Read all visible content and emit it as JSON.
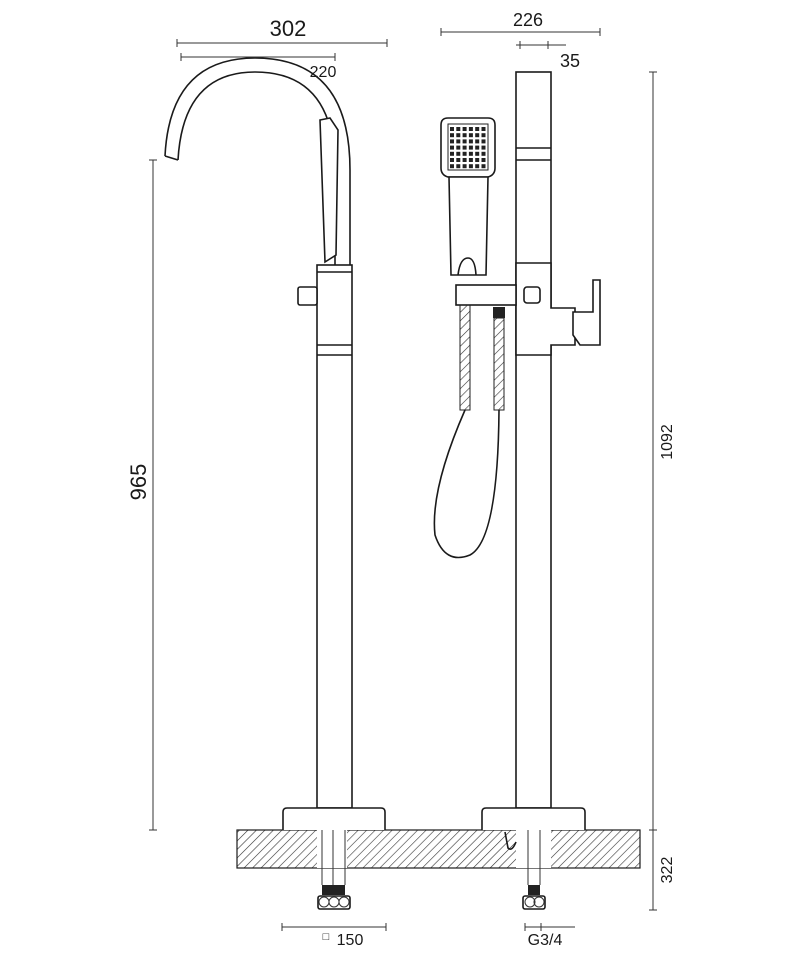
{
  "dimensions": {
    "overall_spout_reach": "302",
    "spout_reach": "220",
    "handshower_width": "226",
    "column_diameter": "35",
    "spout_height": "965",
    "total_height": "1092",
    "below_floor": "322",
    "base_size": "150",
    "base_size_symbol": "□",
    "connection_thread": "G3/4"
  },
  "colors": {
    "line": "#1a1a1a",
    "background": "#ffffff"
  }
}
